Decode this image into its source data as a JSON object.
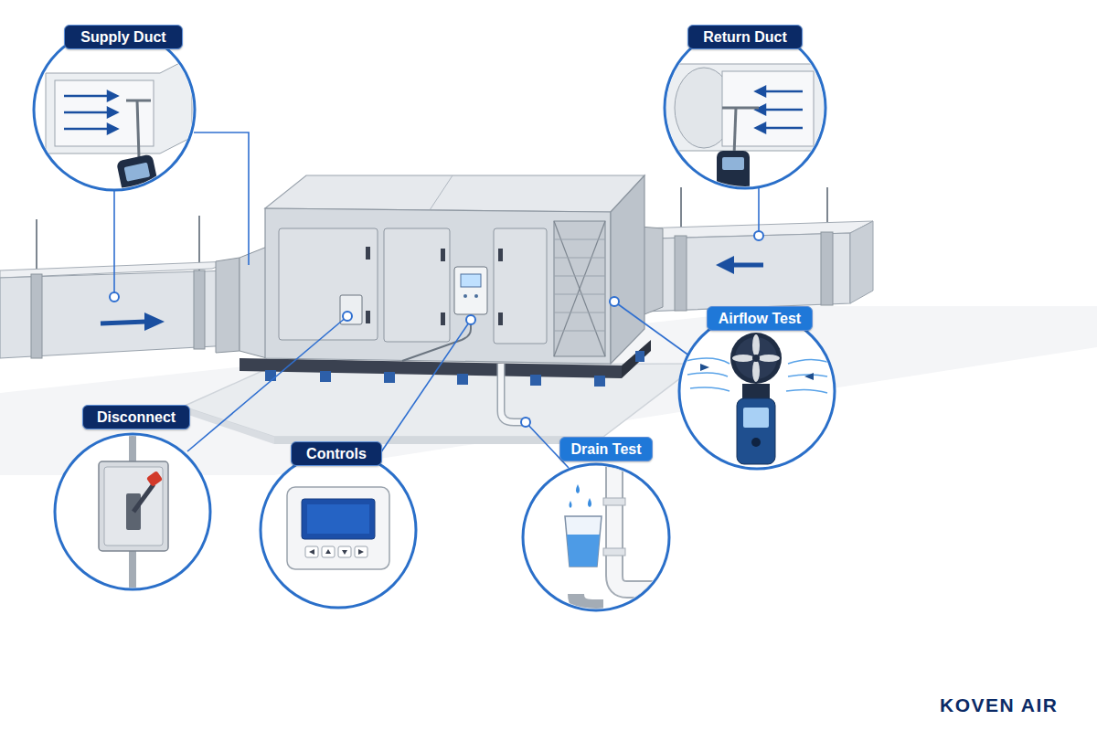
{
  "diagram": {
    "nodes": [
      {
        "text": [
          "Supply Duct"
        ]
      },
      {
        "text": [
          "Return Duct"
        ]
      },
      {
        "text": [
          "Airflow Test"
        ]
      },
      {
        "text": [
          "Disconnect"
        ]
      },
      {
        "text": [
          "Controls"
        ]
      },
      {
        "text": [
          "Drain Test"
        ]
      }
    ],
    "labels": [
      "KOVEN AIR"
    ]
  }
}
